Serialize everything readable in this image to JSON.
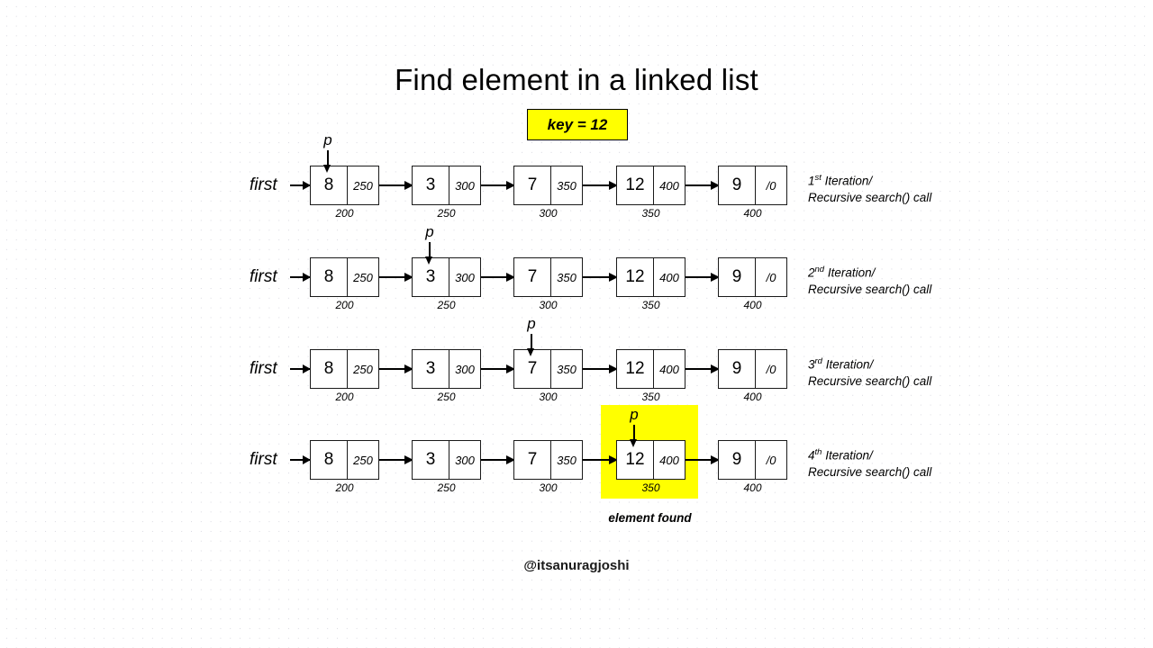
{
  "title": "Find element in a linked list",
  "key_box": {
    "label": "key = 12"
  },
  "colors": {
    "highlight": "#ffff00",
    "stroke": "#000000",
    "background": "#ffffff",
    "grid_dot": "#d8d8e0"
  },
  "labels": {
    "first": "first",
    "pointer": "p",
    "element_found": "element found",
    "footer": "@itsanuragjoshi"
  },
  "nodes": [
    {
      "value": "8",
      "next": "250",
      "address": "200"
    },
    {
      "value": "3",
      "next": "300",
      "address": "250"
    },
    {
      "value": "7",
      "next": "350",
      "address": "300"
    },
    {
      "value": "12",
      "next": "400",
      "address": "350"
    },
    {
      "value": "9",
      "next": "/0",
      "address": "400"
    }
  ],
  "rows": [
    {
      "iteration_ordinal": "1",
      "iteration_suffix": "st",
      "caption_line1": " Iteration/",
      "caption_line2": "Recursive search() call",
      "pointer_index": 0,
      "found": false
    },
    {
      "iteration_ordinal": "2",
      "iteration_suffix": "nd",
      "caption_line1": " Iteration/",
      "caption_line2": "Recursive search() call",
      "pointer_index": 1,
      "found": false
    },
    {
      "iteration_ordinal": "3",
      "iteration_suffix": "rd",
      "caption_line1": " Iteration/",
      "caption_line2": "Recursive search() call",
      "pointer_index": 2,
      "found": false
    },
    {
      "iteration_ordinal": "4",
      "iteration_suffix": "th",
      "caption_line1": " Iteration/",
      "caption_line2": "Recursive search() call",
      "pointer_index": 3,
      "found": true
    }
  ]
}
